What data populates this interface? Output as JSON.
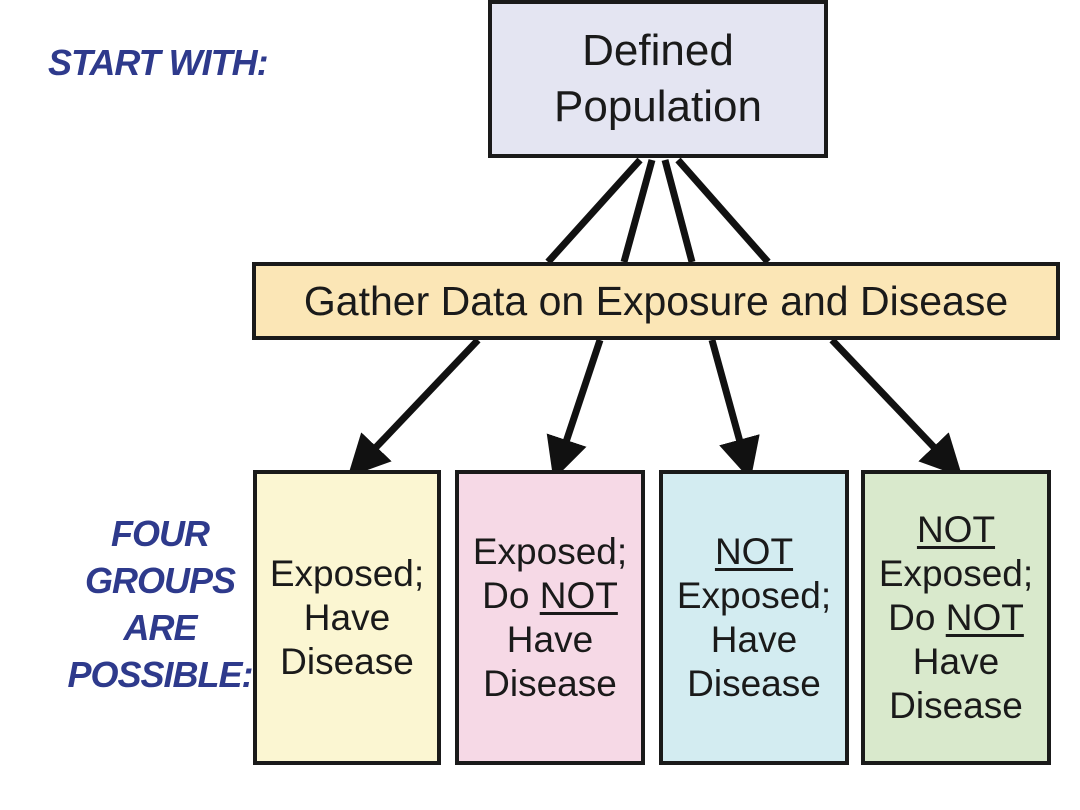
{
  "labels": {
    "start": "START WITH:",
    "four": [
      "FOUR",
      "GROUPS",
      "ARE",
      "POSSIBLE:"
    ]
  },
  "population_box": {
    "lines": [
      "Defined",
      "Population"
    ],
    "fill": "#e4e5f2"
  },
  "gather_box": {
    "text": "Gather Data on Exposure and Disease",
    "fill": "#fbe6b6"
  },
  "groups": [
    {
      "fill": "#fbf6d2",
      "lines": [
        {
          "pre": "Exposed;",
          "u": "",
          "post": ""
        },
        {
          "pre": "Have",
          "u": "",
          "post": ""
        },
        {
          "pre": "Disease",
          "u": "",
          "post": ""
        }
      ]
    },
    {
      "fill": "#f6d9e6",
      "lines": [
        {
          "pre": "Exposed;",
          "u": "",
          "post": ""
        },
        {
          "pre": "Do ",
          "u": "NOT",
          "post": ""
        },
        {
          "pre": "Have",
          "u": "",
          "post": ""
        },
        {
          "pre": "Disease",
          "u": "",
          "post": ""
        }
      ]
    },
    {
      "fill": "#d3ecf1",
      "lines": [
        {
          "pre": "",
          "u": "NOT",
          "post": ""
        },
        {
          "pre": "Exposed;",
          "u": "",
          "post": ""
        },
        {
          "pre": "Have",
          "u": "",
          "post": ""
        },
        {
          "pre": "Disease",
          "u": "",
          "post": ""
        }
      ]
    },
    {
      "fill": "#d9e9cc",
      "lines": [
        {
          "pre": "",
          "u": "NOT",
          "post": ""
        },
        {
          "pre": "Exposed;",
          "u": "",
          "post": ""
        },
        {
          "pre": "Do ",
          "u": "NOT",
          "post": ""
        },
        {
          "pre": "Have",
          "u": "",
          "post": ""
        },
        {
          "pre": "Disease",
          "u": "",
          "post": ""
        }
      ]
    }
  ],
  "colors": {
    "label": "#2e3a8c",
    "arrow": "#111111",
    "border": "#1a1a1a"
  }
}
